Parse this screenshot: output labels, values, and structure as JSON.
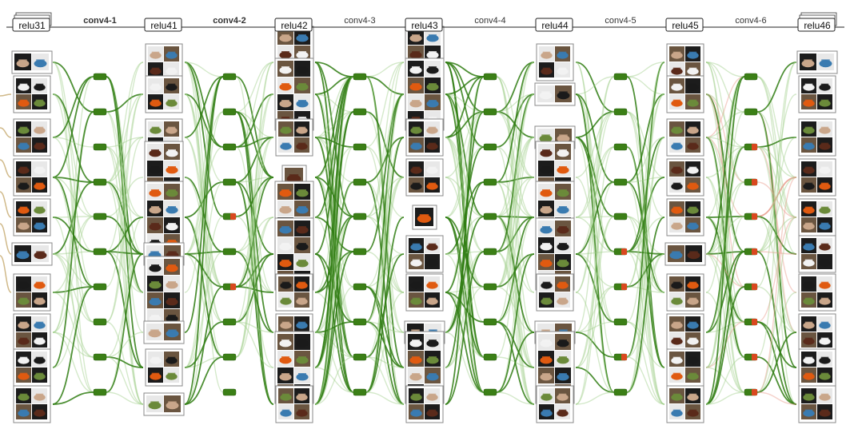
{
  "diagram": {
    "layers": [
      {
        "label": "relu31",
        "clusters": [
          2,
          4,
          4,
          4,
          4,
          2,
          4,
          4,
          4,
          4
        ]
      },
      {
        "label": "relu41",
        "clusters": [
          4,
          4,
          4,
          8,
          8,
          2,
          8,
          2,
          4,
          2
        ]
      },
      {
        "label": "relu42",
        "clusters": [
          8,
          8,
          4,
          1,
          8,
          8,
          4,
          4,
          8,
          4
        ]
      },
      {
        "label": "relu43",
        "clusters": [
          8,
          8,
          4,
          4,
          1,
          4,
          4,
          2,
          8,
          4
        ]
      },
      {
        "label": "relu44",
        "clusters": [
          4,
          2,
          2,
          8,
          8,
          8,
          4,
          2,
          8,
          4
        ]
      },
      {
        "label": "relu45",
        "clusters": [
          4,
          4,
          4,
          4,
          4,
          2,
          4,
          4,
          4,
          4
        ]
      },
      {
        "label": "relu46",
        "clusters": [
          2,
          4,
          4,
          4,
          4,
          4,
          4,
          4,
          4,
          4
        ]
      }
    ],
    "convs": [
      {
        "label": "conv4-1",
        "bold": true,
        "red_nodes": []
      },
      {
        "label": "conv4-2",
        "bold": true,
        "red_nodes": [
          4,
          6
        ]
      },
      {
        "label": "conv4-3",
        "bold": false,
        "red_nodes": []
      },
      {
        "label": "conv4-4",
        "bold": false,
        "red_nodes": []
      },
      {
        "label": "conv4-5",
        "bold": false,
        "red_nodes": [
          5,
          6,
          8
        ]
      },
      {
        "label": "conv4-6",
        "bold": false,
        "red_nodes": [
          2,
          3,
          4,
          5,
          6,
          7,
          8,
          9
        ]
      }
    ],
    "colors": {
      "strong_edge": "#2f7d12",
      "weak_edge": "#9fcf8a",
      "negative_edge": "#e89a8a",
      "node_green": "#3b7f16",
      "node_red": "#d9481f",
      "thumbnail_palettes": [
        "#c9a68a",
        "#3a7bb0",
        "#5a2a1a",
        "#f2f2f2",
        "#1a1a1a",
        "#e05a10",
        "#6b8a3a"
      ]
    }
  }
}
